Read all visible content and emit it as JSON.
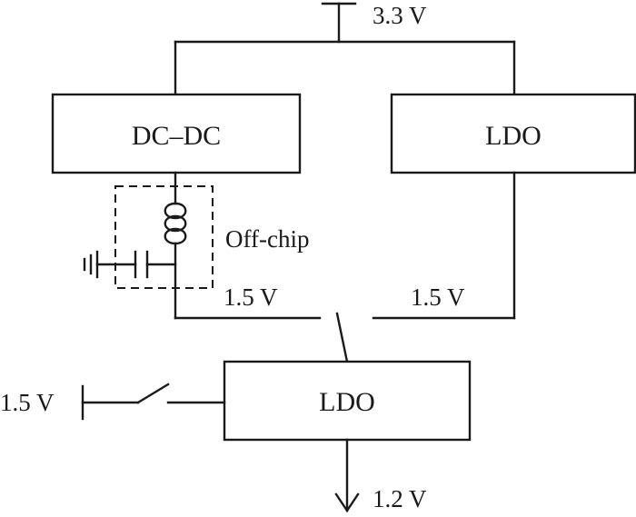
{
  "supply": {
    "voltage": "3.3 V"
  },
  "blocks": {
    "dcdc": "DC–DC",
    "ldo_top": "LDO",
    "ldo_bottom": "LDO"
  },
  "annotations": {
    "off_chip": "Off-chip",
    "dcdc_out": "1.5 V",
    "ldo_out": "1.5 V",
    "aux_in": "1.5 V",
    "output": "1.2 V"
  }
}
